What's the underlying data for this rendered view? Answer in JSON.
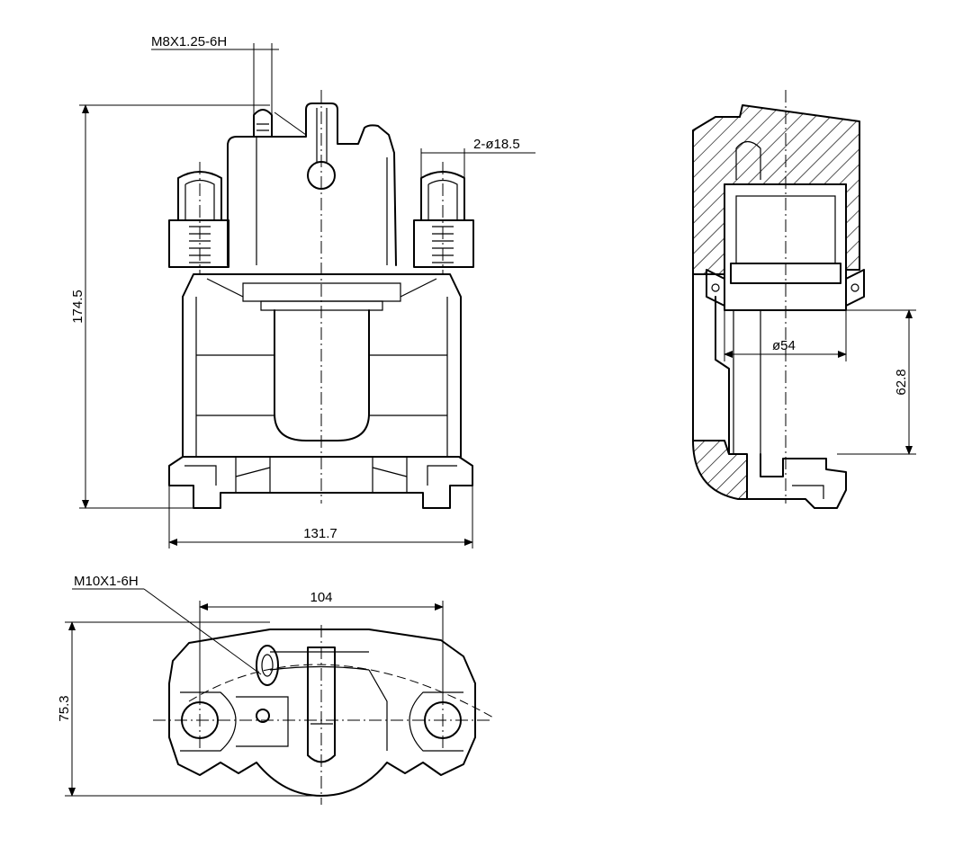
{
  "dimensions": {
    "thread_top": "M8X1.25-6H",
    "hole_spec": "2-ø18.5",
    "height": "174.5",
    "width": "131.7",
    "piston_diameter": "ø54",
    "piston_height": "62.8",
    "thread_bottom": "M10X1-6H",
    "mount_spacing": "104",
    "depth": "75.3"
  }
}
